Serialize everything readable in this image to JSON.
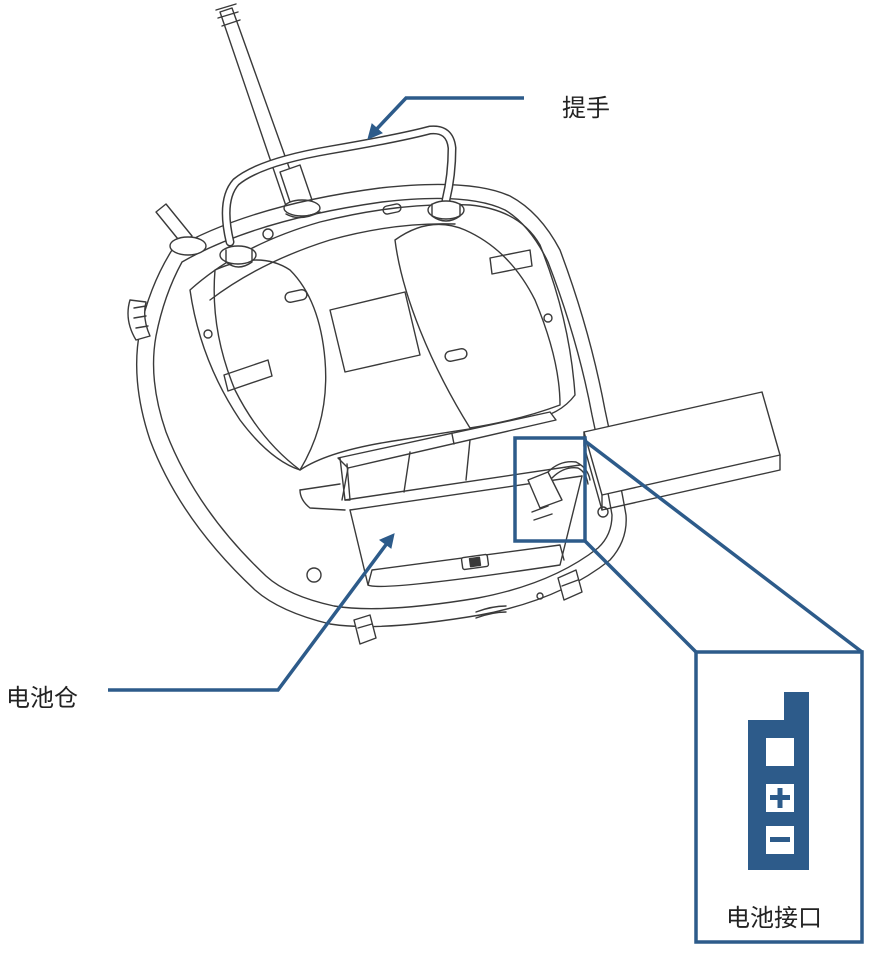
{
  "labels": {
    "handle": "提手",
    "battery_compartment": "电池仓",
    "battery_port": "电池接口"
  },
  "colors": {
    "callout": "#2d5b8a",
    "outline": "#3a3a3a",
    "text": "#222222",
    "background": "#ffffff"
  },
  "icons": {
    "connector": "battery-connector-icon",
    "plus": "plus-icon",
    "minus": "minus-icon"
  }
}
